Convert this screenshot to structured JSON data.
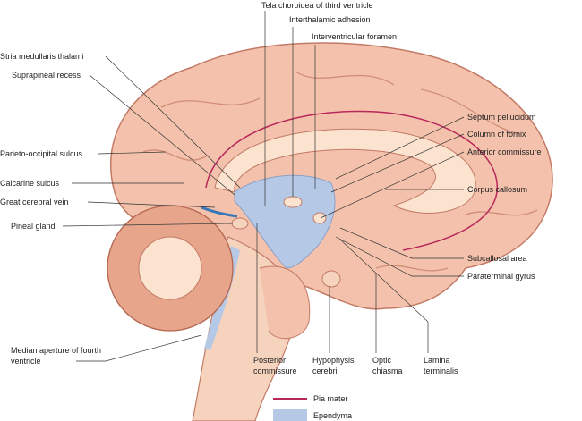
{
  "labels": {
    "tela": "Tela choroidea of third ventricle",
    "interthalamic": "Interthalamic adhesion",
    "interventricular": "Interventricular foramen",
    "stria": "Stria medullaris thalami",
    "suprapineal": "Suprapineal recess",
    "parieto": "Parieto-occipital sulcus",
    "calcarine": "Calcarine sulcus",
    "great_vein": "Great cerebral vein",
    "pineal": "Pineal gland",
    "median_aperture": "Median aperture of fourth ventricle",
    "septum": "Septum pellucidum",
    "column": "Column of fornix",
    "anterior": "Anterior commissure",
    "corpus": "Corpus callosum",
    "subcallosal": "Subcallosal area",
    "paraterminal": "Paraterminal gyrus",
    "posterior": "Posterior commissure",
    "hypophysis": "Hypophysis cerebri",
    "optic": "Optic chiasma",
    "lamina": "Lamina terminalis"
  },
  "legend": {
    "pia": "Pia mater",
    "ependyma": "Ependyma"
  },
  "colors": {
    "pia": "#b8285a",
    "ependyma": "#b5c8e6",
    "brain": "#f4c2ac",
    "outline": "#c27a66"
  }
}
